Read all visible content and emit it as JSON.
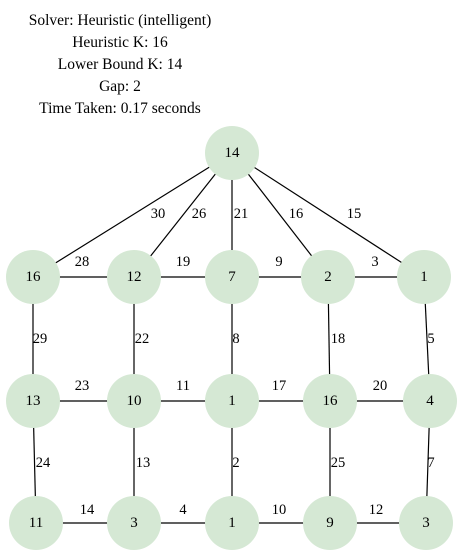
{
  "header": {
    "solver": "Solver: Heuristic (intelligent)",
    "heuristic_k": "Heuristic K: 16",
    "lower_bound_k": "Lower Bound K: 14",
    "gap": "Gap: 2",
    "time_taken": "Time Taken: 0.17 seconds"
  },
  "colors": {
    "node_fill": "#d5e8d4",
    "edge": "#000000",
    "text": "#000000"
  },
  "graph": {
    "nodes": [
      {
        "id": "top",
        "label": "14"
      },
      {
        "id": "r1c1",
        "label": "16"
      },
      {
        "id": "r1c2",
        "label": "12"
      },
      {
        "id": "r1c3",
        "label": "7"
      },
      {
        "id": "r1c4",
        "label": "2"
      },
      {
        "id": "r1c5",
        "label": "1"
      },
      {
        "id": "r2c1",
        "label": "13"
      },
      {
        "id": "r2c2",
        "label": "10"
      },
      {
        "id": "r2c3",
        "label": "1"
      },
      {
        "id": "r2c4",
        "label": "16"
      },
      {
        "id": "r2c5",
        "label": "4"
      },
      {
        "id": "r3c1",
        "label": "11"
      },
      {
        "id": "r3c2",
        "label": "3"
      },
      {
        "id": "r3c3",
        "label": "1"
      },
      {
        "id": "r3c4",
        "label": "9"
      },
      {
        "id": "r3c5",
        "label": "3"
      }
    ],
    "edges": [
      {
        "from": "top",
        "to": "r1c1",
        "label": "30"
      },
      {
        "from": "top",
        "to": "r1c2",
        "label": "26"
      },
      {
        "from": "top",
        "to": "r1c3",
        "label": "21"
      },
      {
        "from": "top",
        "to": "r1c4",
        "label": "16"
      },
      {
        "from": "top",
        "to": "r1c5",
        "label": "15"
      },
      {
        "from": "r1c1",
        "to": "r1c2",
        "label": "28"
      },
      {
        "from": "r1c2",
        "to": "r1c3",
        "label": "19"
      },
      {
        "from": "r1c3",
        "to": "r1c4",
        "label": "9"
      },
      {
        "from": "r1c4",
        "to": "r1c5",
        "label": "3"
      },
      {
        "from": "r1c1",
        "to": "r2c1",
        "label": "29"
      },
      {
        "from": "r1c2",
        "to": "r2c2",
        "label": "22"
      },
      {
        "from": "r1c3",
        "to": "r2c3",
        "label": "8"
      },
      {
        "from": "r1c4",
        "to": "r2c4",
        "label": "18"
      },
      {
        "from": "r1c5",
        "to": "r2c5",
        "label": "5"
      },
      {
        "from": "r2c1",
        "to": "r2c2",
        "label": "23"
      },
      {
        "from": "r2c2",
        "to": "r2c3",
        "label": "11"
      },
      {
        "from": "r2c3",
        "to": "r2c4",
        "label": "17"
      },
      {
        "from": "r2c4",
        "to": "r2c5",
        "label": "20"
      },
      {
        "from": "r2c1",
        "to": "r3c1",
        "label": "24"
      },
      {
        "from": "r2c2",
        "to": "r3c2",
        "label": "13"
      },
      {
        "from": "r2c3",
        "to": "r3c3",
        "label": "2"
      },
      {
        "from": "r2c4",
        "to": "r3c4",
        "label": "25"
      },
      {
        "from": "r2c5",
        "to": "r3c5",
        "label": "7"
      },
      {
        "from": "r3c1",
        "to": "r3c2",
        "label": "14"
      },
      {
        "from": "r3c2",
        "to": "r3c3",
        "label": "4"
      },
      {
        "from": "r3c3",
        "to": "r3c4",
        "label": "10"
      },
      {
        "from": "r3c4",
        "to": "r3c5",
        "label": "12"
      }
    ]
  }
}
